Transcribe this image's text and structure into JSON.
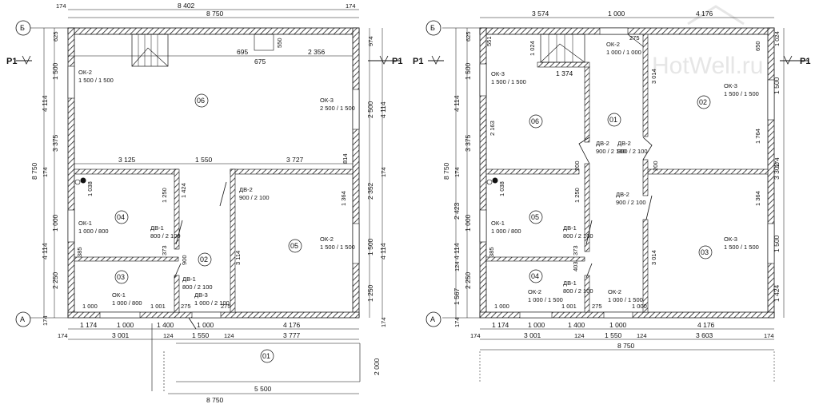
{
  "watermark": "HotWell.ru",
  "section_label": "P1",
  "axes": {
    "a": "А",
    "b": "Б"
  },
  "left_plan": {
    "rooms": [
      "06",
      "04",
      "02",
      "05",
      "03",
      "01"
    ],
    "top_dims": [
      "8 402",
      "8 750",
      "174",
      "174"
    ],
    "left_dims": [
      "625",
      "1 500",
      "4 114",
      "3 375",
      "8 750",
      "174",
      "1 000",
      "4 114",
      "2 250",
      "174",
      "385"
    ],
    "right_dims": [
      "974",
      "2 500",
      "4 114",
      "174",
      "2 352",
      "1 500",
      "4 114",
      "1 250",
      "174",
      "2 000"
    ],
    "bottom_row1": [
      "1 174",
      "1 000",
      "1 400",
      "1 000",
      "4 176"
    ],
    "bottom_row2": [
      "174",
      "3 001",
      "124",
      "1 550",
      "124",
      "3 777"
    ],
    "bottom_row3": [
      "5 500",
      "8 750"
    ],
    "interior_dims": [
      "695",
      "2 356",
      "675",
      "550",
      "3 125",
      "1 550",
      "3 727",
      "814",
      "1 038",
      "1 250",
      "1 424",
      "1 364",
      "3 114",
      "900",
      "373",
      "275",
      "275",
      "1 001",
      "1 000"
    ],
    "openings": [
      {
        "id": "ОК-2",
        "size": "1 500 / 1 500"
      },
      {
        "id": "ОК-3",
        "size": "2 500 / 1 500"
      },
      {
        "id": "ОК-1",
        "size": "1 000 / 800"
      },
      {
        "id": "ОК-2",
        "size": "1 500 / 1 500"
      },
      {
        "id": "ДВ-2",
        "size": "900 / 2 100"
      },
      {
        "id": "ДВ-1",
        "size": "800 / 2 100"
      },
      {
        "id": "ДВ-1",
        "size": "800 / 2 100"
      },
      {
        "id": "ДВ-3",
        "size": "1 000 / 2 100"
      },
      {
        "id": "ОК-1",
        "size": "1 000 / 800"
      }
    ]
  },
  "right_plan": {
    "rooms": [
      "06",
      "01",
      "02",
      "05",
      "04",
      "03"
    ],
    "top_dims": [
      "3 574",
      "1 000",
      "4 176"
    ],
    "left_dims": [
      "625",
      "551",
      "1 024",
      "1 500",
      "4 114",
      "2 163",
      "3 375",
      "8 750",
      "174",
      "1 038",
      "2 423",
      "1 000",
      "4 114",
      "2 250",
      "124",
      "1 567",
      "385",
      "174"
    ],
    "right_dims": [
      "1 024",
      "650",
      "1 500",
      "3 014",
      "1 764",
      "3 302",
      "174",
      "1 364",
      "1 500",
      "3 014",
      "1 424"
    ],
    "bottom_row1": [
      "1 174",
      "1 000",
      "1 400",
      "1 000",
      "4 176"
    ],
    "bottom_row2": [
      "174",
      "3 001",
      "124",
      "1 550",
      "124",
      "3 603",
      "174"
    ],
    "bottom_row3": [
      "8 750"
    ],
    "interior_dims": [
      "1 374",
      "275",
      "200",
      "200",
      "1 250",
      "373",
      "403",
      "275",
      "1 001",
      "1 000",
      "1 000"
    ],
    "openings": [
      {
        "id": "ОК-2",
        "size": "1 000 / 1 000"
      },
      {
        "id": "ОК-3",
        "size": "1 500 / 1 500"
      },
      {
        "id": "ОК-3",
        "size": "1 500 / 1 500"
      },
      {
        "id": "ДВ-2",
        "size": "900 / 2 100"
      },
      {
        "id": "ДВ-2",
        "size": "900 / 2 100"
      },
      {
        "id": "ДВ-2",
        "size": "900 / 2 100"
      },
      {
        "id": "ОК-1",
        "size": "1 000 / 800"
      },
      {
        "id": "ДВ-1",
        "size": "800 / 2 100"
      },
      {
        "id": "ДВ-1",
        "size": "800 / 2 100"
      },
      {
        "id": "ОК-3",
        "size": "1 500 / 1 500"
      },
      {
        "id": "ОК-2",
        "size": "1 000 / 1 500"
      },
      {
        "id": "ОК-2",
        "size": "1 000 / 1 500"
      }
    ]
  }
}
